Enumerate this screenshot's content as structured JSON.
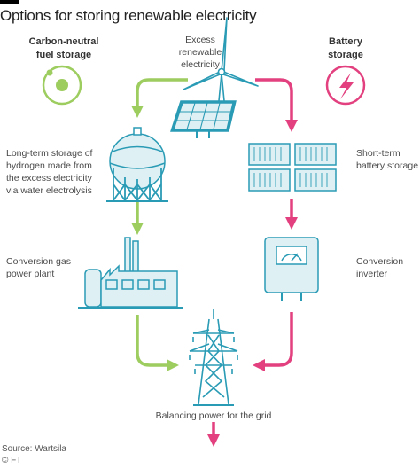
{
  "title": "Options for storing renewable electricity",
  "fuel_storage": {
    "line1": "Carbon-neutral",
    "line2": "fuel storage"
  },
  "battery_storage": {
    "line1": "Battery",
    "line2": "storage"
  },
  "excess": {
    "line1": "Excess",
    "line2": "renewable",
    "line3": "electricity"
  },
  "hydrogen": {
    "line1": "Long-term storage of",
    "line2": "hydrogen made from",
    "line3": "the excess electricity",
    "line4": "via water electrolysis"
  },
  "short_term": {
    "line1": "Short-term",
    "line2": "battery storage"
  },
  "gas_plant": {
    "line1": "Conversion gas",
    "line2": "power plant"
  },
  "inverter": {
    "line1": "Conversion",
    "line2": "inverter"
  },
  "grid": "Balancing power for the grid",
  "source": "Source: Wartsila",
  "credit": "© FT",
  "colors": {
    "green": "#9dcc5f",
    "pink": "#e2407f",
    "teal": "#2a9bb5",
    "teal_light": "#dff0f4"
  }
}
